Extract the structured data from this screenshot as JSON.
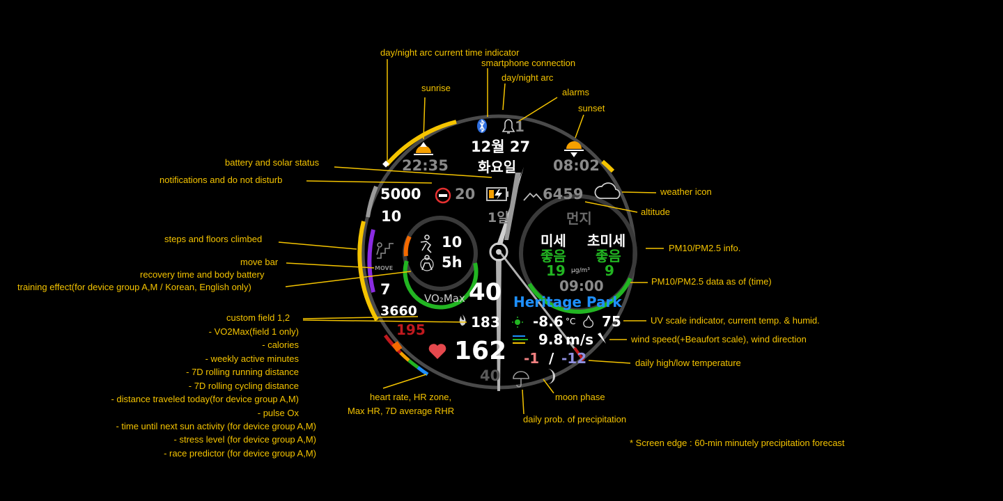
{
  "watch": {
    "date": "12월 27",
    "weekday": "화요일",
    "alarm_count": "1",
    "sunrise_time": "22:35",
    "sunset_time": "08:02",
    "steps": "5000",
    "floors": "10",
    "notifications": "20",
    "battery_days": "1일",
    "altitude": "6459",
    "dust_title": "먼지",
    "pm10_label": "미세",
    "pm25_label": "초미세",
    "pm10_status": "좋음",
    "pm25_status": "좋음",
    "pm10_value": "19",
    "pm25_value": "9",
    "pm_unit": "μg/m³",
    "pm_time": "09:00",
    "recovery_time": "10",
    "body_battery": "5h",
    "move_label": "MOVE",
    "training_effect": "7",
    "vo2max_label": "VO₂Max",
    "vo2max_value": "40",
    "custom_field_1": "3660",
    "calories": "183",
    "max_hr": "195",
    "heart_rate": "162",
    "avg_rhr": "40",
    "location": "Heritage Park",
    "temperature": "-8.6",
    "temp_unit": "°C",
    "humidity": "75",
    "wind_speed": "9.8",
    "wind_unit": "m/s",
    "temp_high": "-1",
    "temp_sep": "/",
    "temp_low": "-12",
    "colors": {
      "accent": "#f5c400",
      "green": "#22b522",
      "purple": "#8a2be2",
      "blue": "#1e90ff",
      "red": "#c0191e"
    }
  },
  "annotations": {
    "arc_time_indicator": "day/night arc current time indicator",
    "smartphone": "smartphone connection",
    "day_night_arc": "day/night arc",
    "alarms": "alarms",
    "sunrise": "sunrise",
    "sunset": "sunset",
    "battery": "battery and solar status",
    "notifications": "notifications and do not disturb",
    "weather_icon": "weather icon",
    "altitude": "altitude",
    "steps": "steps and floors climbed",
    "pm_info": "PM10/PM2.5 info.",
    "move_bar": "move bar",
    "recovery": "recovery time and body battery",
    "training": "training effect(for device group A,M / Korean, English only)",
    "pm_time": "PM10/PM2.5 data as of (time)",
    "custom_fields": "custom field 1,2",
    "uv_temp": "UV scale indicator, current temp. & humid.",
    "custom_list": [
      "- VO2Max(field 1 only)",
      "- calories",
      "- weekly active minutes",
      "- 7D rolling running distance",
      "- 7D rolling cycling distance",
      "- distance traveled today(for device group A,M)",
      "- pulse Ox",
      "- time until next sun activity (for device group A,M)",
      "- stress level (for device group A,M)",
      "- race predictor (for device group A,M)"
    ],
    "wind": "wind speed(+Beaufort scale), wind direction",
    "hi_lo": "daily high/low temperature",
    "heart_rate_1": "heart rate, HR zone,",
    "heart_rate_2": "Max HR, 7D average RHR",
    "moon": "moon phase",
    "precip": "daily prob. of precipitation",
    "screen_edge": "* Screen edge : 60-min minutely precipitation forecast"
  }
}
